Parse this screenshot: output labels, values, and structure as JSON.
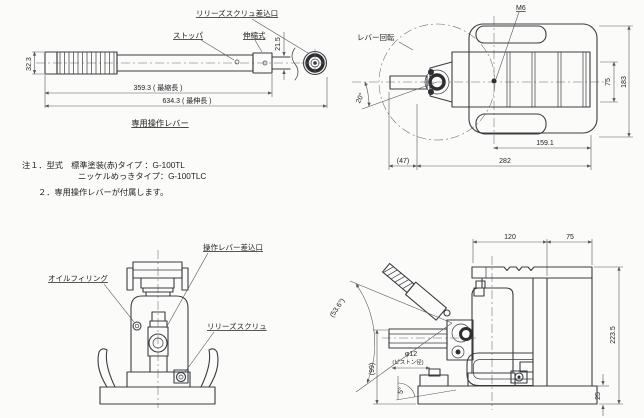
{
  "palette": {
    "line": "#3b3c42",
    "dim_line": "#55565c",
    "background": "#fbfbf9"
  },
  "lever_view": {
    "caption": "専用操作レバー",
    "label_release_screw_port": "リリーズスクリュ差込口",
    "label_stopper": "ストッパ",
    "label_telescopic": "伸縮式",
    "dim_rod_dia": "21.5",
    "dim_grip_dia": "32.3",
    "dim_retracted_length": "359.3 ( 最縮長 )",
    "dim_extended_length": "634.3 ( 最伸長 )"
  },
  "notes": {
    "note1_line1": "注１．型式　標準塗装(赤)タイプ ：G-100TL",
    "note1_line2": "ニッケルめっきタイプ：G-100TLC",
    "note2": "２．専用操作レバーが付属します。"
  },
  "top_view": {
    "label_lever_rotation": "レバー回転",
    "label_bolt_size": "M6",
    "dim_rotation_angle": "20°",
    "dim_body_width": "75",
    "dim_overall_width": "183",
    "dim_claw_length": "159.1",
    "dim_lever_offset": "(47)",
    "dim_overall_length": "282"
  },
  "front_view": {
    "label_oil_filling": "オイルフィリング",
    "label_lever_port": "操作レバー差込口",
    "label_release_screw": "リリーズスクリュ"
  },
  "side_view": {
    "dim_claw_offset": "120",
    "dim_body_depth": "75",
    "dim_lever_angle": "(53.6°)",
    "dim_piston_dia": "φ12",
    "dim_piston_dia_note": "(ピストン径)",
    "dim_lever_height": "(99)",
    "dim_base_slope": "5°",
    "dim_overall_height": "223.5",
    "dim_base_height": "25"
  }
}
